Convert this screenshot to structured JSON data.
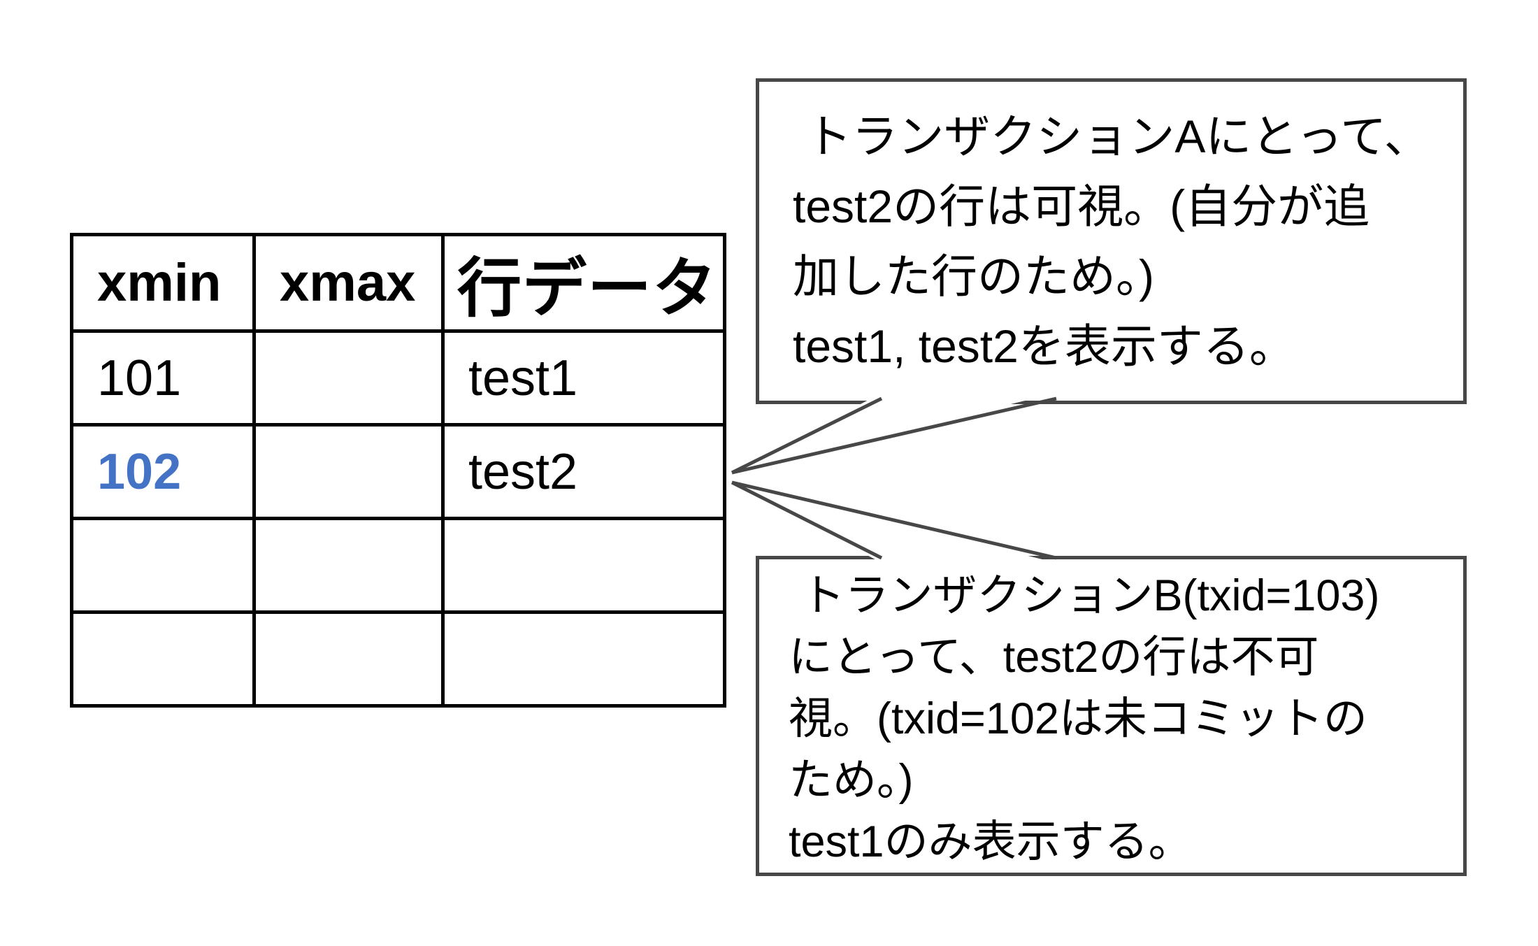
{
  "table": {
    "headers": [
      "xmin",
      "xmax",
      "行データ"
    ],
    "rows": [
      [
        "101",
        "",
        "test1"
      ],
      [
        "102",
        "",
        "test2"
      ],
      [
        "",
        "",
        ""
      ],
      [
        "",
        "",
        ""
      ]
    ],
    "highlighted_cell": {
      "row": 1,
      "column": "xmin",
      "value": "102",
      "color": "#4472C4"
    }
  },
  "callout_a": {
    "lines": [
      " トランザクションAにとって、",
      "test2の行は可視。(自分が追",
      "加した行のため。)",
      "test1, test2を表示する。"
    ]
  },
  "callout_b": {
    "lines": [
      " トランザクションB(txid=103)",
      "にとって、test2の行は不可",
      "視。(txid=102は未コミットの",
      "ため。)",
      "test1のみ表示する。"
    ]
  },
  "colors": {
    "background": "#ffffff",
    "table_border": "#000000",
    "text": "#000000",
    "accent_blue": "#4472C4",
    "callout_border": "#474747"
  }
}
